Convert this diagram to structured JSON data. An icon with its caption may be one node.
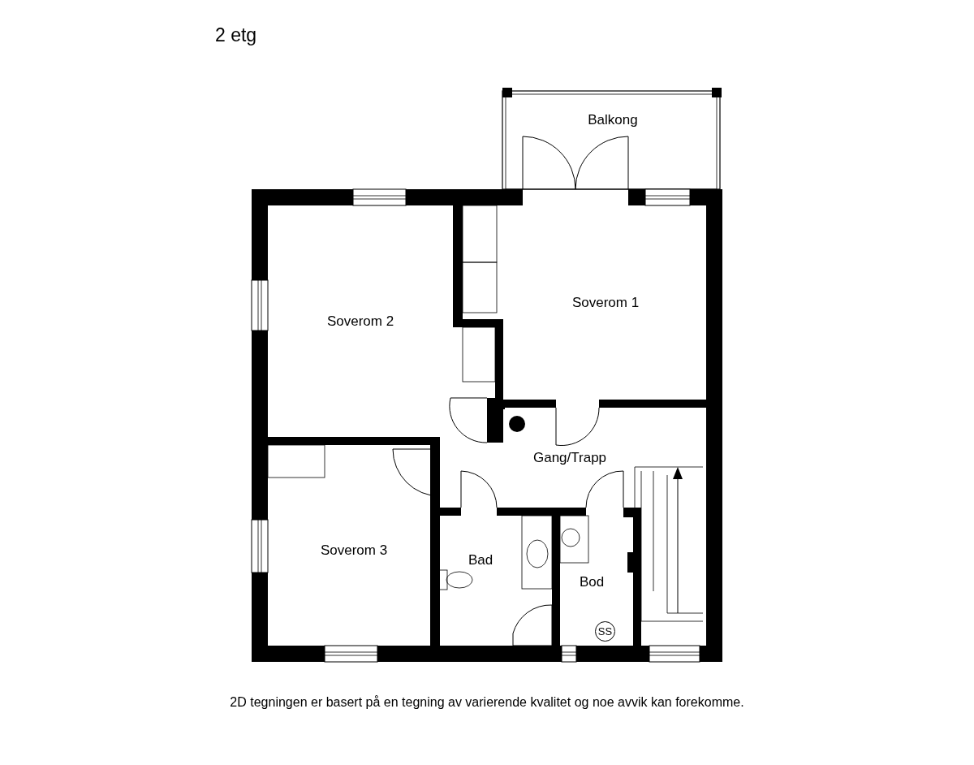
{
  "diagram": {
    "title": "2 etg",
    "caption": "2D tegningen er basert på en tegning av varierende kvalitet og noe avvik kan forekomme.",
    "nodes": [
      {
        "text": [
          "Balkong"
        ]
      },
      {
        "text": [
          "Soverom 2"
        ]
      },
      {
        "text": [
          "Soverom 1"
        ]
      },
      {
        "text": [
          "Gang/Trapp"
        ]
      },
      {
        "text": [
          "Soverom 3"
        ]
      },
      {
        "text": [
          "Bad"
        ]
      },
      {
        "text": [
          "Bod"
        ]
      },
      {
        "text": [
          "SS"
        ],
        "in": 6
      }
    ],
    "edges": []
  }
}
